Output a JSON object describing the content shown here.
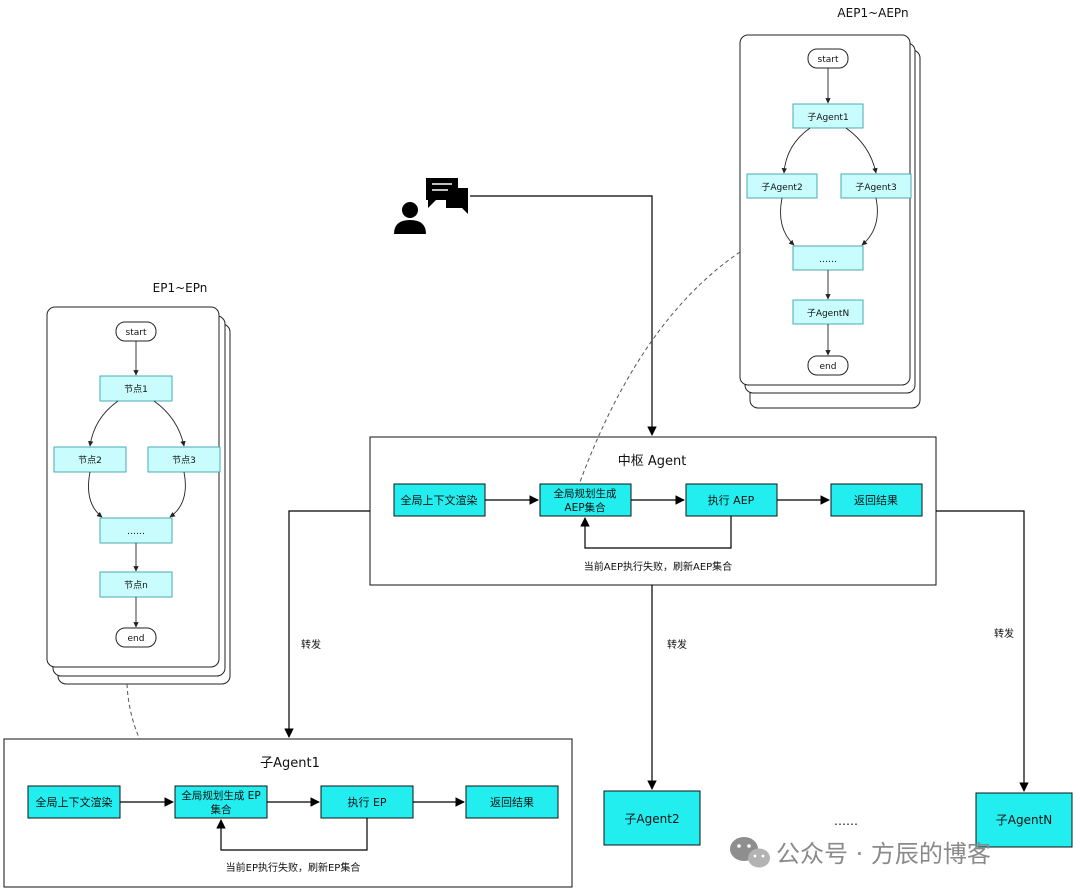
{
  "aep_stack": {
    "title": "AEP1~AEPn",
    "start": "start",
    "sub1": "子Agent1",
    "sub2": "子Agent2",
    "sub3": "子Agent3",
    "dots": "……",
    "subN": "子AgentN",
    "end": "end"
  },
  "ep_stack": {
    "title": "EP1~EPn",
    "start": "start",
    "node1": "节点1",
    "node2": "节点2",
    "node3": "节点3",
    "dots": "……",
    "nodeN": "节点n",
    "end": "end"
  },
  "hub": {
    "title": "中枢 Agent",
    "render": "全局上下文渲染",
    "plan_line1": "全局规划生成",
    "plan_line2": "AEP集合",
    "exec": "执行 AEP",
    "ret": "返回结果",
    "retry": "当前AEP执行失败，刷新AEP集合"
  },
  "sub_agent1": {
    "title": "子Agent1",
    "render": "全局上下文渲染",
    "plan_line1": "全局规划生成 EP",
    "plan_line2": "集合",
    "exec": "执行 EP",
    "ret": "返回结果",
    "retry": "当前EP执行失败，刷新EP集合"
  },
  "forward_labels": {
    "left": "转发",
    "middle": "转发",
    "right": "转发"
  },
  "bottom": {
    "agent2": "子Agent2",
    "dots": "……",
    "agentN": "子AgentN"
  },
  "watermark": "公众号 · 方辰的博客"
}
